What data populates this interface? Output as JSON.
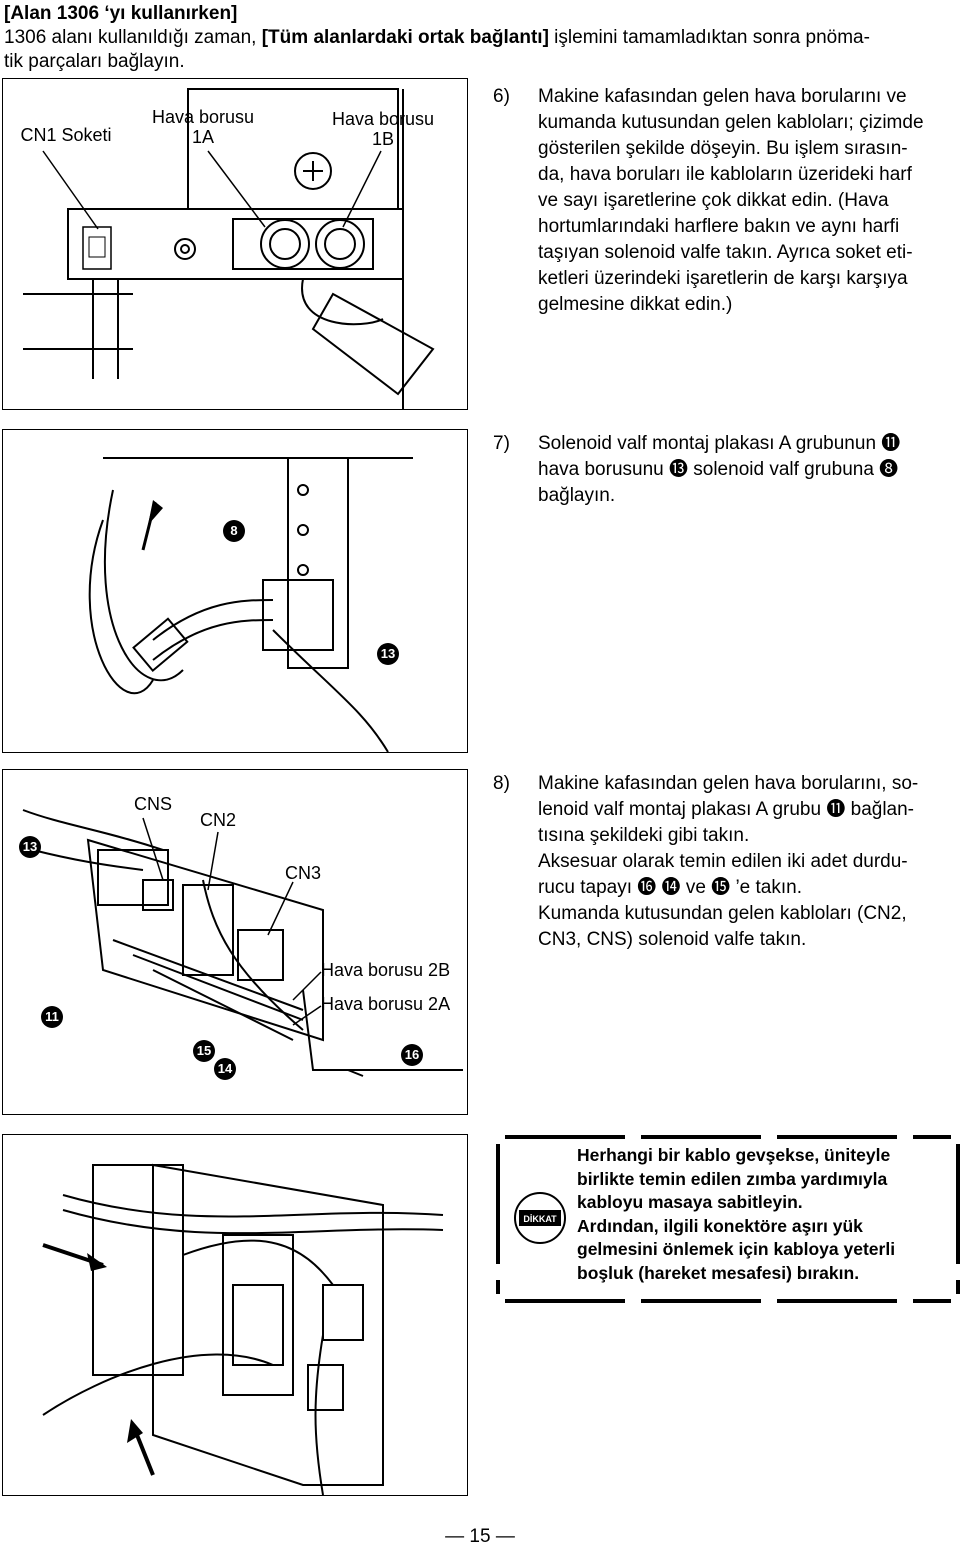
{
  "heading": {
    "title": "[Alan 1306 ‘yı kullanırken]",
    "line_a": "1306 alanı kullanıldığı zaman, ",
    "line_b": "[Tüm alanlardaki ortak bağlantı]",
    "line_c": " işlemini tamamladıktan sonra pnöma-",
    "line_d": "tik parçaları bağlayın."
  },
  "figure1": {
    "label_cn1": "CN1 Soketi",
    "label_1a_l1": "Hava borusu",
    "label_1a_l2": "1A",
    "label_1b_l1": "Hava borusu",
    "label_1b_l2": "1B"
  },
  "step6": {
    "number": "6)",
    "lines": [
      "Makine kafasından gelen hava borularını ve",
      "kumanda kutusundan gelen kabloları; çizimde",
      "gösterilen şekilde döşeyin. Bu işlem sırasın-",
      "da, hava boruları ile kabloların üzerideki harf",
      "ve sayı işaretlerine çok dikkat edin. (Hava",
      "hortumlarındaki harflere bakın ve aynı harfi",
      "taşıyan solenoid valfe takın. Ayrıca soket eti-",
      "ketleri üzerindeki işaretlerin de karşı karşıya",
      "gelmesine dikkat edin.)"
    ]
  },
  "figure2": {
    "callout_8": "8",
    "callout_13": "13"
  },
  "step7": {
    "number": "7)",
    "lines": [
      "Solenoid valf montaj plakası A grubunun ⓫",
      "hava borusunu ⓭ solenoid valf grubuna ❽",
      "bağlayın."
    ]
  },
  "figure3": {
    "label_cns": "CNS",
    "label_cn2": "CN2",
    "label_cn3": "CN3",
    "label_2b": "Hava borusu 2B",
    "label_2a": "Hava borusu 2A",
    "callout_13": "13",
    "callout_11": "11",
    "callout_15": "15",
    "callout_14": "14",
    "callout_16": "16"
  },
  "step8": {
    "number": "8)",
    "lines": [
      "Makine kafasından gelen hava borularını, so-",
      "lenoid valf montaj plakası A grubu ⓫ bağlan-",
      "tısına şekildeki gibi takın.",
      "Aksesuar olarak temin edilen iki adet durdu-",
      "rucu tapayı ⓰ ⓮ ve ⓯ ’e takın.",
      "Kumanda kutusundan gelen kabloları (CN2,",
      "CN3, CNS) solenoid valfe takın."
    ]
  },
  "caution": {
    "icon_text": "DİKKAT",
    "lines": [
      "Herhangi bir kablo gevşekse, üniteyle",
      "birlikte temin edilen zımba yardımıyla",
      "kabloyu masaya sabitleyin.",
      "Ardından, ilgili konektöre aşırı yük",
      "gelmesini önlemek için kabloya yeterli",
      "boşluk (hareket mesafesi) bırakın."
    ]
  },
  "footer": {
    "page_number": "15"
  }
}
